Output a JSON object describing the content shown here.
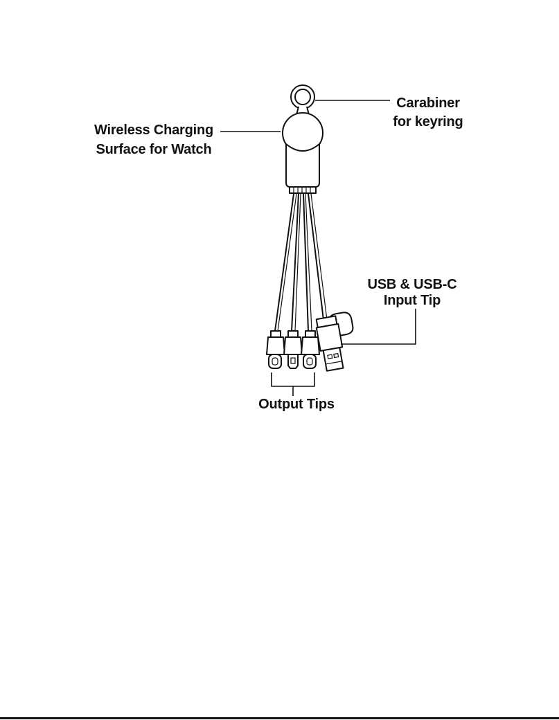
{
  "labels": {
    "carabiner_line1": "Carabiner",
    "carabiner_line2": "for keyring",
    "wireless_line1": "Wireless Charging",
    "wireless_line2": "Surface for Watch",
    "input_line1": "USB & USB-C",
    "input_line2": "Input Tip",
    "output": "Output Tips"
  },
  "colors": {
    "ink": "#111111",
    "background": "#ffffff"
  }
}
